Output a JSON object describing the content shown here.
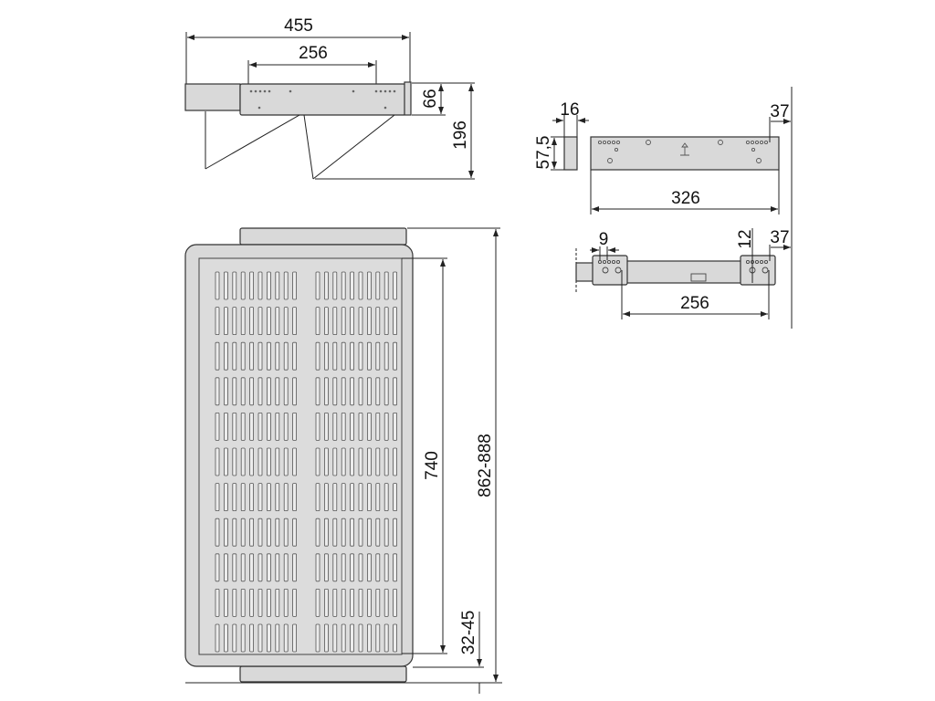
{
  "dimensions": {
    "side_overall_length": "455",
    "side_hole_spacing": "256",
    "side_slide_height": "66",
    "side_total_height": "196",
    "tray_total_depth": "862-888",
    "tray_inner_depth": "740",
    "tray_edge_offset": "32-45",
    "block_width": "16",
    "block_height": "57,5",
    "plate_length": "326",
    "plate_wall_offset": "37",
    "rail_hole_offset": "9",
    "rail_height_offset": "12",
    "rail_wall_offset": "37",
    "rail_hole_spacing": "256"
  },
  "tray": {
    "slot_rows": 11,
    "slots_per_group": 10,
    "groups": 2
  },
  "colors": {
    "part_fill": "#d9d9d9",
    "line": "#222222"
  }
}
